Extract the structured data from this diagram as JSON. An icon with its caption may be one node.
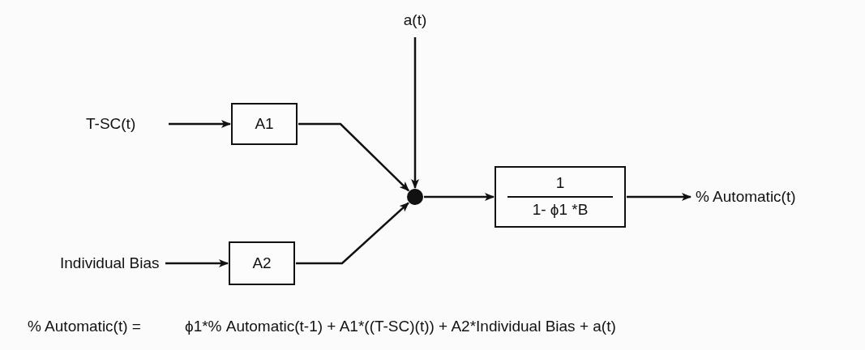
{
  "diagram": {
    "nodes": [
      {
        "text": [
          "a(t)"
        ]
      },
      {
        "text": [
          "T-SC(t)"
        ]
      },
      {
        "text": [
          "A1"
        ]
      },
      {
        "text": [
          "Individual Bias"
        ]
      },
      {
        "text": [
          "A2"
        ]
      },
      {
        "text": [],
        "shape": "circle"
      },
      {
        "text": [
          "1",
          "1- ϕ1 *B"
        ]
      },
      {
        "text": [
          "% Automatic(t)"
        ]
      }
    ],
    "edges": [
      {
        "from": 1,
        "to": 2,
        "arrow": "to"
      },
      {
        "from": 3,
        "to": 4,
        "arrow": "to"
      },
      {
        "from": 2,
        "to": 5,
        "arrow": "to"
      },
      {
        "from": 4,
        "to": 5,
        "arrow": "to"
      },
      {
        "from": 0,
        "to": 5,
        "arrow": "to"
      },
      {
        "from": 5,
        "to": 6,
        "arrow": "to"
      },
      {
        "from": 6,
        "to": 7,
        "arrow": "to"
      }
    ],
    "labels": [
      "% Automatic(t) =",
      "ϕ1*% Automatic(t-1) + A1*((T-SC)(t)) + A2*Individual Bias + a(t)"
    ]
  }
}
